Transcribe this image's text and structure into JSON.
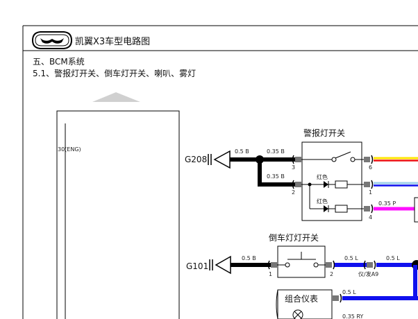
{
  "header": {
    "title": "凯翼X3车型电路图",
    "section": "五、BCM系统",
    "subsection": "5.1、警报灯开关、倒车灯开关、喇叭、雾灯"
  },
  "bcm": {
    "pin_label": "30(ENG)"
  },
  "hazard_switch": {
    "title": "警报灯开关",
    "ground": "G208",
    "lamp1_label": "红色",
    "lamp2_label": "红色",
    "pins": {
      "p3": "3",
      "p2": "2",
      "p6": "6",
      "p1": "1",
      "p4": "4"
    },
    "wires": {
      "ground_wire": "0.5 B",
      "pin3_wire": "0.35 B",
      "pin2_wire": "0.35 B",
      "pin4_wire": "0.35 P"
    }
  },
  "reverse_switch": {
    "title": "倒车灯灯开关",
    "ground": "G101",
    "pins": {
      "p1": "1",
      "p2": "2"
    },
    "wires": {
      "ground_wire": "0.5 B",
      "out_wire_1": "0.5 L",
      "out_wire_2": "0.5 L",
      "splice_label": "仪/发A9"
    }
  },
  "cluster": {
    "title": "组合仪表",
    "wires": {
      "wire_1": "0.5 L",
      "wire_2": "0.35 RY"
    }
  },
  "colors": {
    "black_wire": "#000000",
    "blue_wire": "#1010ee",
    "pink_wire": "#ff10ff",
    "light_blue_wire": "#9fd0ea",
    "yellow_wire": "#ffe500",
    "red_wire": "#ee1111",
    "connector_gray": "#777777"
  },
  "icons": [
    "logo-icon",
    "ground-symbol-icon",
    "lamp-icon",
    "led-icon",
    "switch-icon",
    "arrow-up-icon"
  ]
}
